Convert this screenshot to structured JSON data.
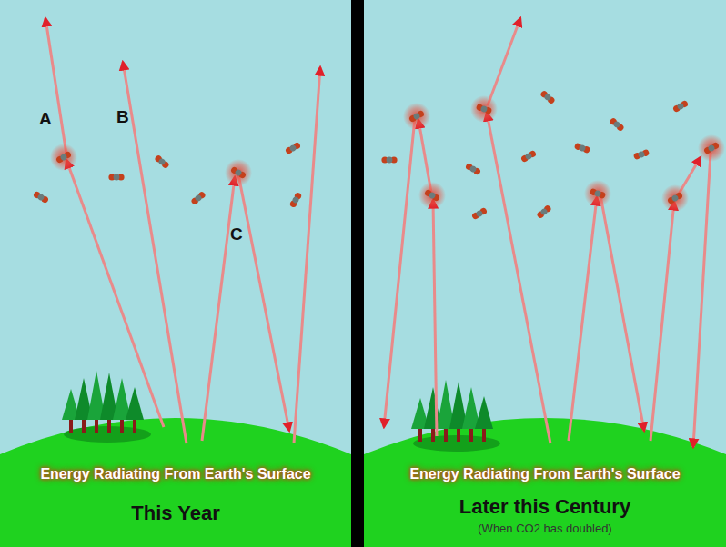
{
  "diagram": {
    "labels": [
      "A",
      "B",
      "C",
      "Energy Radiating From Earth's Surface",
      "This Year",
      "Energy Radiating From Earth's Surface",
      "Later this Century",
      "(When CO2 has doubled)"
    ]
  }
}
